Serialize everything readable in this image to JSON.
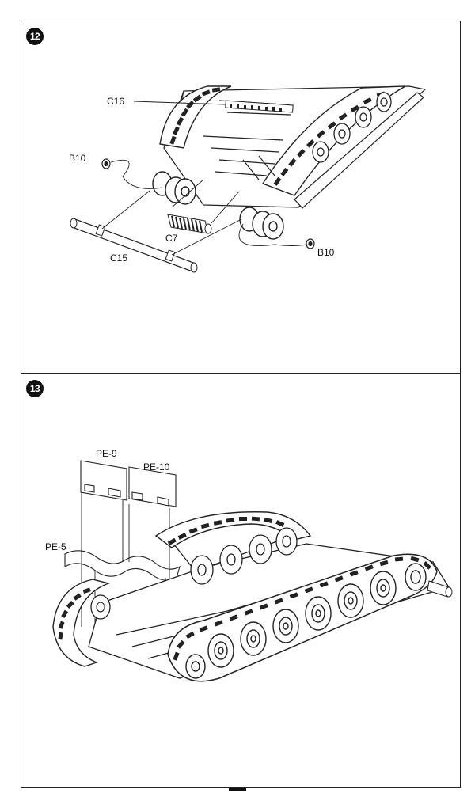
{
  "steps": [
    {
      "number": "12",
      "labels": {
        "c16": "C16",
        "b10_left": "B10",
        "c7": "C7",
        "c15": "C15",
        "b10_right": "B10"
      }
    },
    {
      "number": "13",
      "labels": {
        "pe9": "PE-9",
        "pe10": "PE-10",
        "pe5": "PE-5"
      }
    }
  ],
  "colors": {
    "line": "#222222",
    "fill": "#ffffff"
  }
}
